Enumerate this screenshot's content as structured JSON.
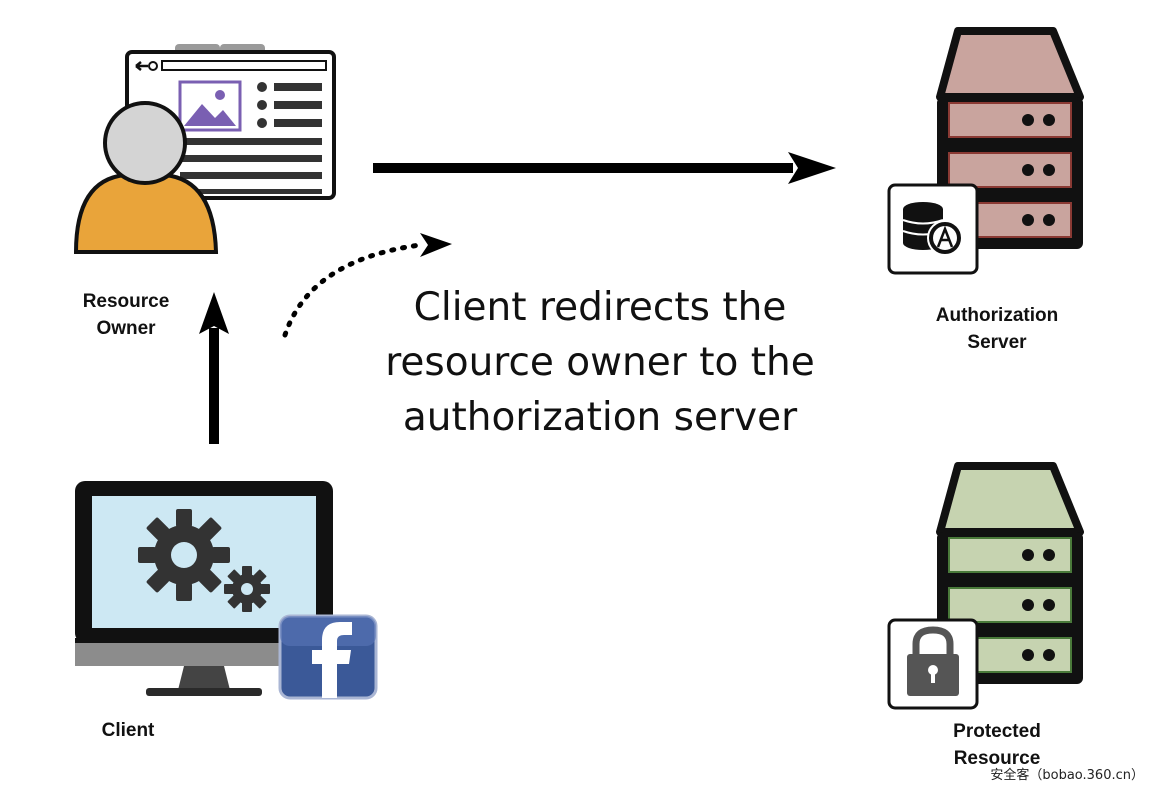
{
  "caption": {
    "lines": [
      "Client redirects the",
      "resource owner to the",
      "authorization server"
    ]
  },
  "labels": {
    "resource_owner": "Resource\nOwner",
    "authorization_server": "Authorization\nServer",
    "client": "Client",
    "protected_resource": "Protected\nResource"
  },
  "watermark": "安全客（bobao.360.cn）",
  "colors": {
    "person_body": "#e9a43a",
    "auth_server": "#c9a49e",
    "resource_server": "#c6d3b0",
    "monitor_screen": "#cde8f3",
    "facebook": "#3b5998",
    "browser_image": "#7a5fb2"
  }
}
